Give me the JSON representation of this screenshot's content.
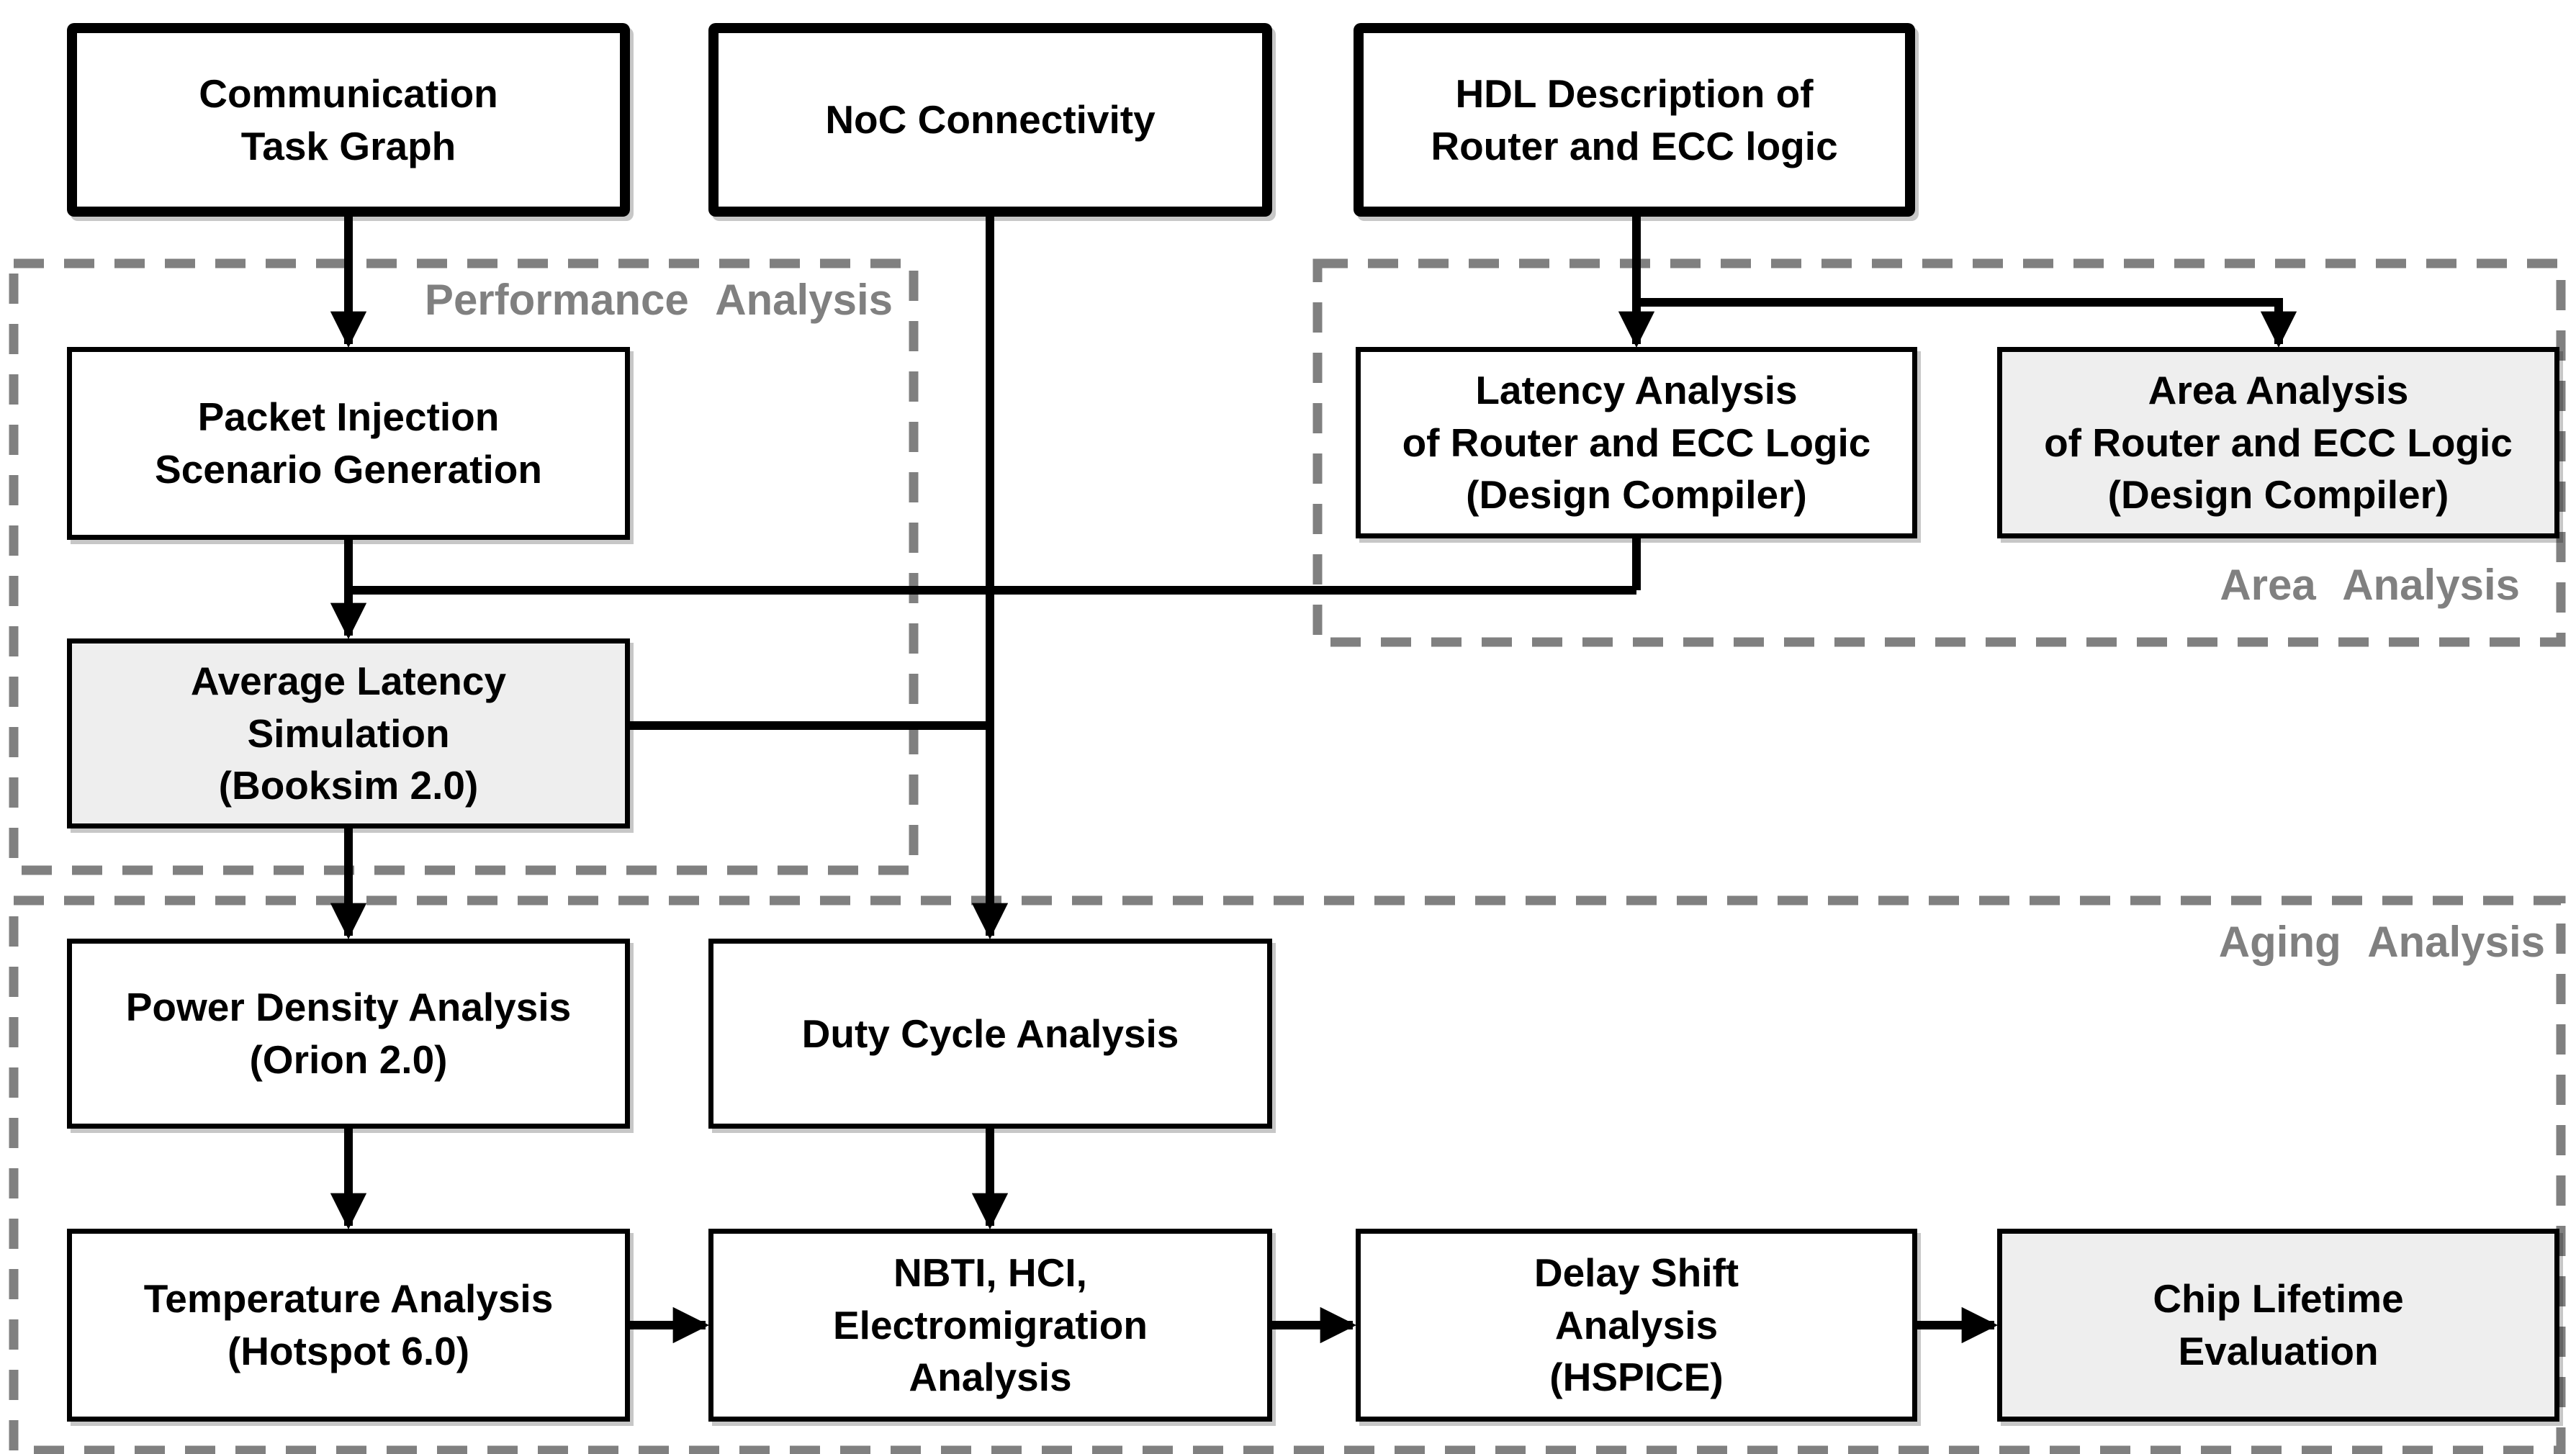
{
  "colors": {
    "background": "#ffffff",
    "box_white_fill": "#ffffff",
    "box_gray_fill": "#eeeeee",
    "box_border_black": "#000000",
    "connector_black": "#000000",
    "region_dash_gray": "#808080",
    "region_label_gray": "#808080"
  },
  "regions": {
    "performance": {
      "label": "Performance Analysis"
    },
    "area": {
      "label": "Area Analysis"
    },
    "aging": {
      "label": "Aging Analysis"
    }
  },
  "nodes": {
    "communication_task_graph": {
      "text": "Communication\nTask Graph"
    },
    "noc_connectivity": {
      "text": "NoC Connectivity"
    },
    "hdl_description": {
      "text": "HDL Description of\nRouter and ECC logic"
    },
    "packet_injection": {
      "text": "Packet Injection\nScenario Generation"
    },
    "latency_analysis": {
      "text": "Latency Analysis\nof Router and ECC Logic\n(Design Compiler)"
    },
    "area_analysis": {
      "text": "Area Analysis\nof Router and ECC Logic\n(Design Compiler)"
    },
    "average_latency": {
      "text": "Average Latency\nSimulation\n(Booksim 2.0)"
    },
    "power_density": {
      "text": "Power Density Analysis\n(Orion 2.0)"
    },
    "duty_cycle": {
      "text": "Duty Cycle Analysis"
    },
    "temperature": {
      "text": "Temperature Analysis\n(Hotspot 6.0)"
    },
    "nbti_hci_em": {
      "text": "NBTI, HCI,\nElectromigration\nAnalysis"
    },
    "delay_shift": {
      "text": "Delay Shift\nAnalysis\n(HSPICE)"
    },
    "chip_lifetime": {
      "text": "Chip Lifetime\nEvaluation"
    }
  },
  "edges": [
    {
      "from": "communication_task_graph",
      "to": "packet_injection"
    },
    {
      "from": "noc_connectivity",
      "to": "duty_cycle"
    },
    {
      "from": "hdl_description",
      "to": "latency_analysis"
    },
    {
      "from": "hdl_description",
      "to": "area_analysis"
    },
    {
      "from": "packet_injection",
      "to": "average_latency"
    },
    {
      "from": "latency_analysis",
      "to": "average_latency"
    },
    {
      "from": "average_latency",
      "to": "duty_cycle"
    },
    {
      "from": "average_latency",
      "to": "power_density"
    },
    {
      "from": "power_density",
      "to": "temperature"
    },
    {
      "from": "duty_cycle",
      "to": "nbti_hci_em"
    },
    {
      "from": "temperature",
      "to": "nbti_hci_em"
    },
    {
      "from": "nbti_hci_em",
      "to": "delay_shift"
    },
    {
      "from": "delay_shift",
      "to": "chip_lifetime"
    }
  ]
}
